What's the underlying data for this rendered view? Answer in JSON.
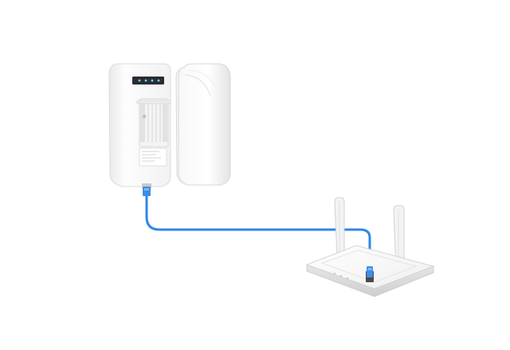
{
  "diagram": {
    "nodes": [
      {
        "id": "outdoor-cpe",
        "kind": "outdoor wireless access point",
        "leds": 4,
        "ports": 1
      },
      {
        "id": "wireless-router",
        "kind": "wireless router",
        "antennas": 2,
        "ports": 1
      }
    ],
    "links": [
      {
        "from": "outdoor-cpe",
        "to": "wireless-router",
        "medium": "ethernet-cable"
      }
    ]
  },
  "colors": {
    "background": "#ffffff",
    "device_body": "#fbfbfb",
    "device_shadow": "#d9d9d9",
    "cable": "#2f86e8",
    "connector": "#3b8fe6",
    "led_panel": "#2a2d33",
    "led_light": "#6fd7ff"
  }
}
